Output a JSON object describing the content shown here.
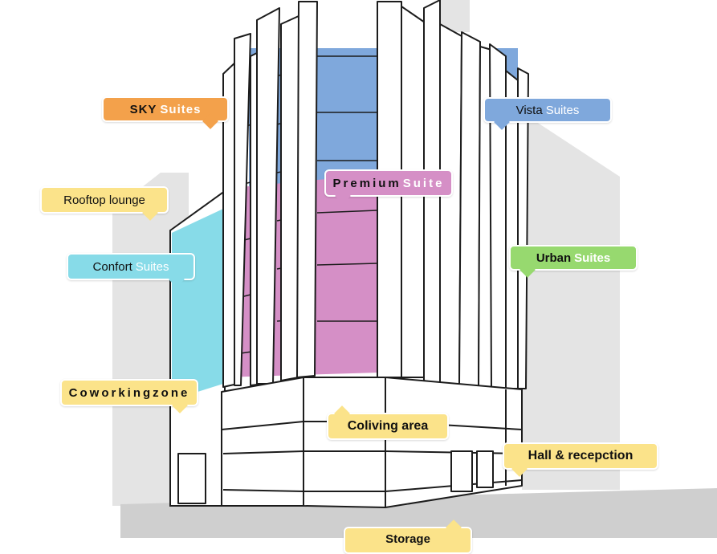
{
  "colors": {
    "sky": "#f3a14b",
    "vista": "#7fa8dc",
    "premium": "#d58fc6",
    "rooftop": "#fbe38a",
    "confort": "#87dbe8",
    "urban": "#97d96f",
    "coworking": "#fbe38a",
    "coliving": "#fbe38a",
    "hall": "#fbe38a",
    "storage": "#fbe38a",
    "accent_text": "#ffffff",
    "outline": "#1c1c1c",
    "background_buildings": "#e4e4e4",
    "ground": "#cfcfcf"
  },
  "labels": {
    "sky": {
      "main": "SKY",
      "accent": "Suites"
    },
    "vista": {
      "main": "Vista",
      "accent": "Suites"
    },
    "premium": {
      "main": "Premium",
      "accent": "Suite"
    },
    "rooftop": {
      "main": "Rooftop lounge"
    },
    "confort": {
      "main": "Confort",
      "accent": "Suites"
    },
    "urban": {
      "main": "Urban",
      "accent": "Suites"
    },
    "coworking": {
      "main": "Coworkingzone"
    },
    "coliving": {
      "main": "Coliving area"
    },
    "hall": {
      "main": "Hall & recepction"
    },
    "storage": {
      "main": "Storage"
    }
  }
}
